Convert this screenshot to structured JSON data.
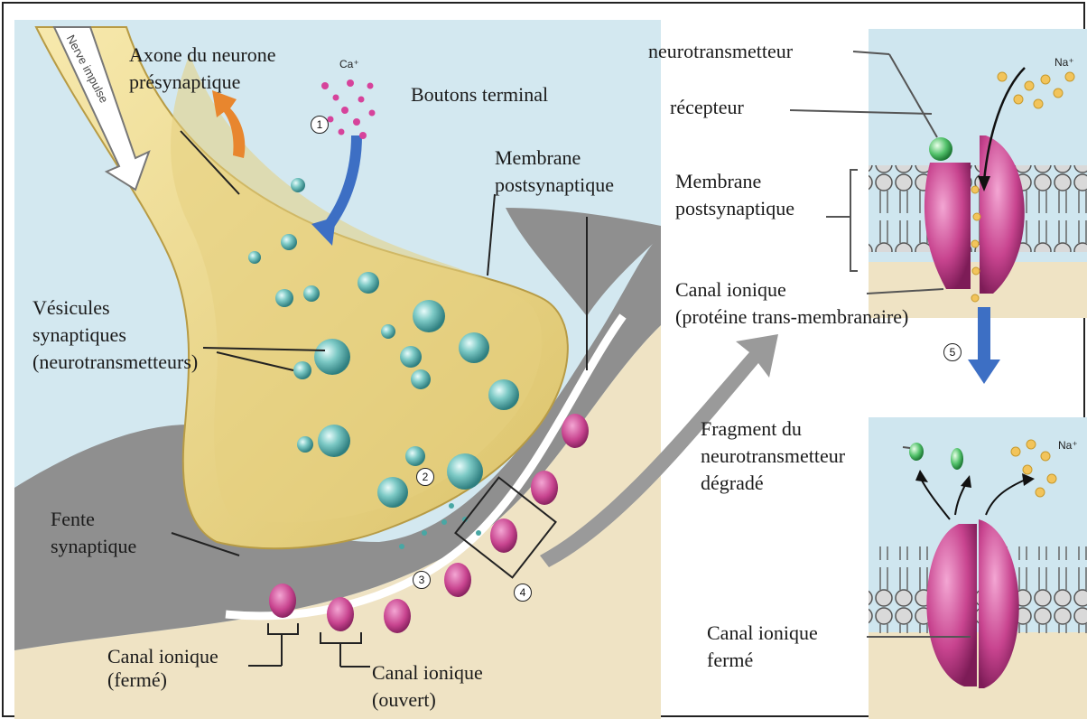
{
  "labels": {
    "axone": "Axone du neurone\nprésynaptique",
    "boutons": "Boutons terminal",
    "membrane_post_main": "Membrane\npostsynaptique",
    "vesicules": "Vésicules\nsynaptiques\n(neurotransmetteurs)",
    "fente": "Fente\nsynaptique",
    "canal_ferme_bottom": "Canal ionique\n(fermé)",
    "canal_ouvert_bottom": "Canal ionique\n(ouvert)",
    "neurotransmetteur": "neurotransmetteur",
    "recepteur": "récepteur",
    "membrane_post_inset": "Membrane\npostsynaptique",
    "canal_inset": "Canal ionique\n(protéine trans-membranaire)",
    "fragment": "Fragment du\nneurotransmetteur\ndégradé",
    "canal_ferme_inset": "Canal ionique\nfermé",
    "nerve_impulse": "Nerve impulse"
  },
  "ions": {
    "ca": "Ca⁺",
    "na_top": "Na⁺",
    "na_bottom": "Na⁺"
  },
  "steps": [
    "1",
    "2",
    "3",
    "4",
    "5"
  ],
  "colors": {
    "background_sky": "#cfe6ef",
    "presynaptic": "#f0dd93",
    "postsynaptic_gray": "#8c8c8c",
    "postsynaptic_beige": "#efe3c4",
    "vesicle": "#5fb3b0",
    "channel": "#c8448f",
    "arrow_blue": "#3d6fc4"
  }
}
